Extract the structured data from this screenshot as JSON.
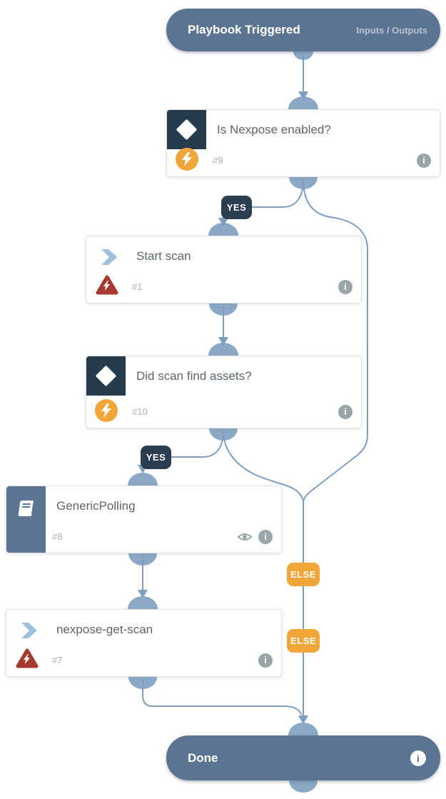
{
  "colors": {
    "slate": "#5b7492",
    "edge": "#7d9ec0",
    "connector": "#8ba8c7",
    "navy": "#263c4d",
    "orange": "#f1a63a",
    "red": "#a6392f",
    "chevron_blue": "#9fc0dd",
    "icon_gray": "#9aa5a7"
  },
  "nodes": {
    "trigger": {
      "title": "Playbook Triggered",
      "link": "Inputs / Outputs"
    },
    "is_nexpose_enabled": {
      "title": "Is Nexpose enabled?",
      "task_id": "#9"
    },
    "start_scan": {
      "title": "Start scan",
      "task_id": "#1"
    },
    "did_scan_find_assets": {
      "title": "Did scan find assets?",
      "task_id": "#10"
    },
    "generic_polling": {
      "title": "GenericPolling",
      "task_id": "#8"
    },
    "nexpose_get_scan": {
      "title": "nexpose-get-scan",
      "task_id": "#7"
    },
    "done": {
      "title": "Done"
    }
  },
  "edge_labels": {
    "yes_nexpose": "YES",
    "yes_assets": "YES",
    "else_nexpose": "ELSE",
    "else_assets": "ELSE"
  },
  "icons": {
    "condition": "diamond-icon",
    "automation": "chevron-icon",
    "quiet_mode": "lightning-circle-icon",
    "error_path": "error-triangle-icon",
    "sub_playbook": "book-icon",
    "details": "info-icon",
    "preview": "eye-icon"
  }
}
